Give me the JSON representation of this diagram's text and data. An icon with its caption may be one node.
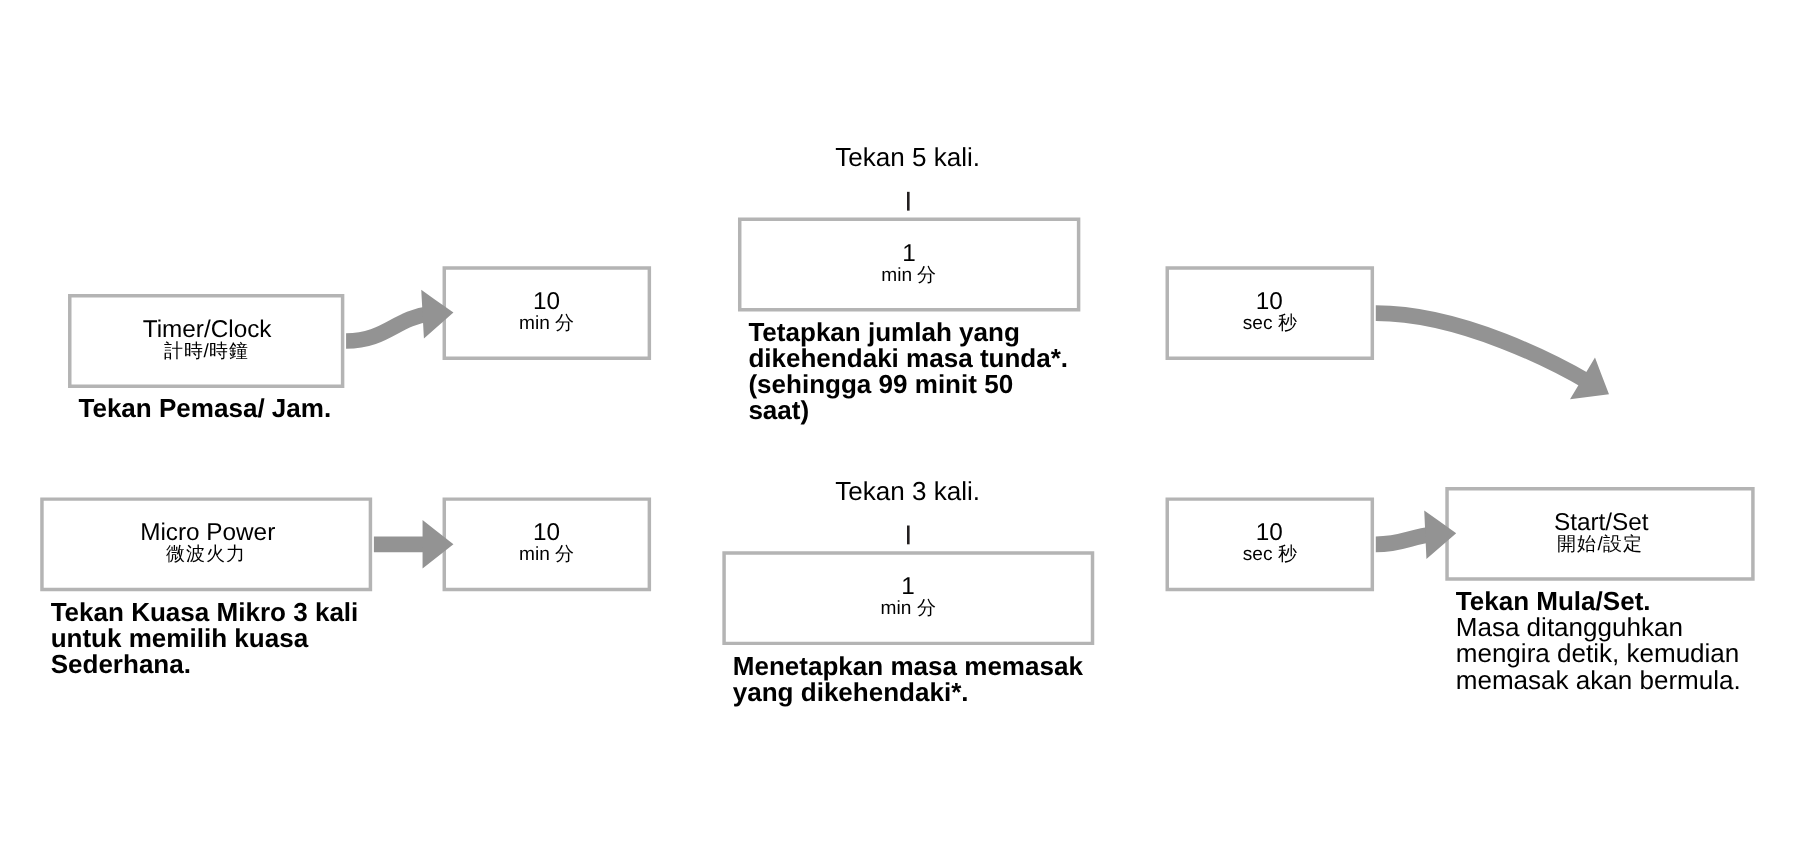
{
  "diagram": {
    "nodes": [
      {
        "text": [
          "Tekan 5 kali."
        ]
      },
      {
        "text": [
          "Timer/Clock",
          "計時/時鐘"
        ],
        "beside": [
          "Tekan Pemasa/ Jam."
        ]
      },
      {
        "text": [
          "10",
          "min 分"
        ]
      },
      {
        "text": [
          "1",
          "min 分"
        ],
        "beside": [
          "Tetapkan jumlah yang dikehendaki masa tunda*. (sehingga 99 minit 50 saat)"
        ]
      },
      {
        "text": [
          "10",
          "sec 秒"
        ]
      },
      {
        "text": [
          "Tekan 3 kali."
        ]
      },
      {
        "text": [
          "Micro Power",
          "微波火力"
        ],
        "beside": [
          "Tekan Kuasa Mikro 3 kali untuk memilih kuasa Sederhana."
        ]
      },
      {
        "text": [
          "10",
          "min 分"
        ]
      },
      {
        "text": [
          "1",
          "min 分"
        ],
        "beside": [
          "Menetapkan masa memasak yang dikehendaki*."
        ]
      },
      {
        "text": [
          "10",
          "sec 秒"
        ]
      },
      {
        "text": [
          "Start/Set",
          "開始/設定"
        ],
        "beside": [
          "Tekan Mula/Set.",
          "Masa ditangguhkan mengira detik, kemudian memasak akan bermula."
        ]
      }
    ],
    "edges": [
      {
        "from": 0,
        "to": 3,
        "arrow": "none",
        "color": "#231f20"
      },
      {
        "from": 1,
        "to": 2,
        "arrow": "to"
      },
      {
        "from": 4,
        "to": null,
        "arrow": "to"
      },
      {
        "from": 5,
        "to": 8,
        "arrow": "none",
        "color": "#231f20"
      },
      {
        "from": 6,
        "to": 7,
        "arrow": "to"
      },
      {
        "from": 9,
        "to": 10,
        "arrow": "to"
      }
    ]
  }
}
